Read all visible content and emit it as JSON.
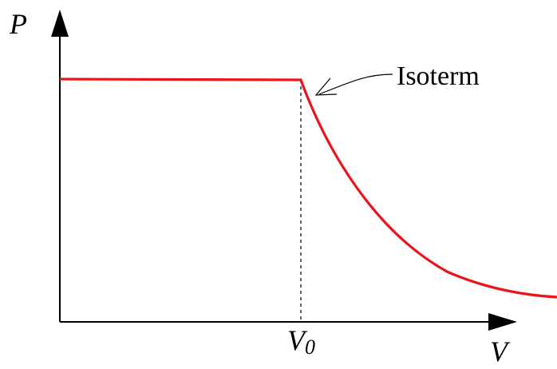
{
  "axes": {
    "y_label": "P",
    "x_label": "V"
  },
  "markers": {
    "v0_label_main": "V",
    "v0_label_sub": "0"
  },
  "annotation": {
    "text": "Isoterm"
  },
  "colors": {
    "curve": "#e8161b",
    "axis": "#000000"
  }
}
